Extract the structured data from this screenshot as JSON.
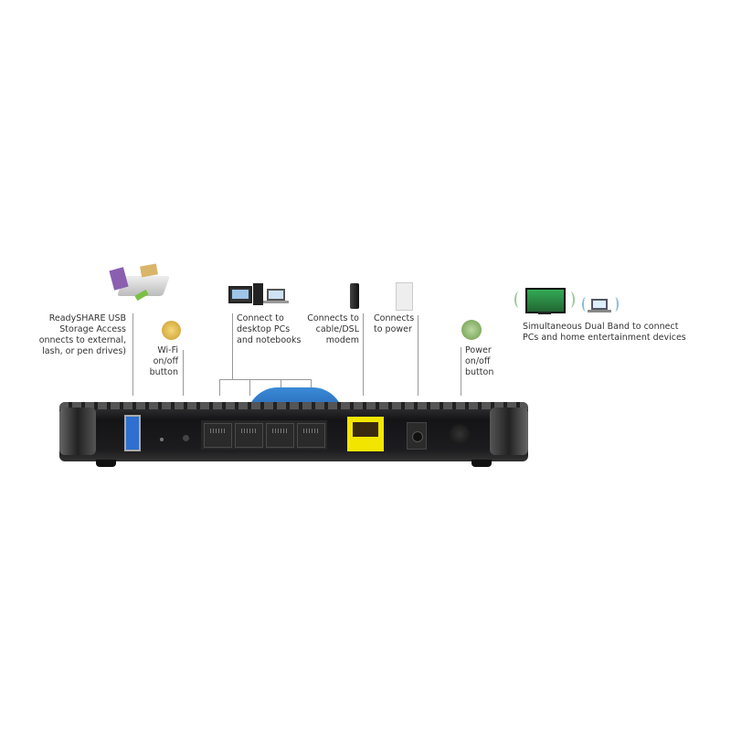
{
  "callouts": {
    "usb": {
      "lines": [
        "ReadySHARE USB",
        "Storage Access",
        "onnects to external,",
        "lash, or pen drives)"
      ],
      "icon": "usb-storage-devices-icon"
    },
    "wifi": {
      "lines": [
        "Wi-Fi",
        "on/off",
        "button"
      ],
      "icon": "wifi-button-icon"
    },
    "lan": {
      "lines": [
        "Connect to",
        "desktop PCs",
        "and notebooks"
      ],
      "icon": "desktop-and-notebook-icon"
    },
    "wan": {
      "lines": [
        "Connects to",
        "cable/DSL",
        "modem"
      ],
      "icon": "modem-icon"
    },
    "power_in": {
      "lines": [
        "Connects",
        "to power"
      ],
      "icon": "power-outlet-icon"
    },
    "power_btn": {
      "lines": [
        "Power",
        "on/off",
        "button"
      ],
      "icon": "power-button-icon"
    },
    "dual_band": {
      "lines": [
        "Simultaneous Dual Band to connect",
        "PCs and home entertainment devices"
      ],
      "icon": "tv-and-laptop-wireless-icon"
    }
  },
  "colors": {
    "router_body": "#1c1c1e",
    "wan_port": "#f2e600",
    "usb_port": "#2f6fd0",
    "dome": "#2a78c8"
  }
}
